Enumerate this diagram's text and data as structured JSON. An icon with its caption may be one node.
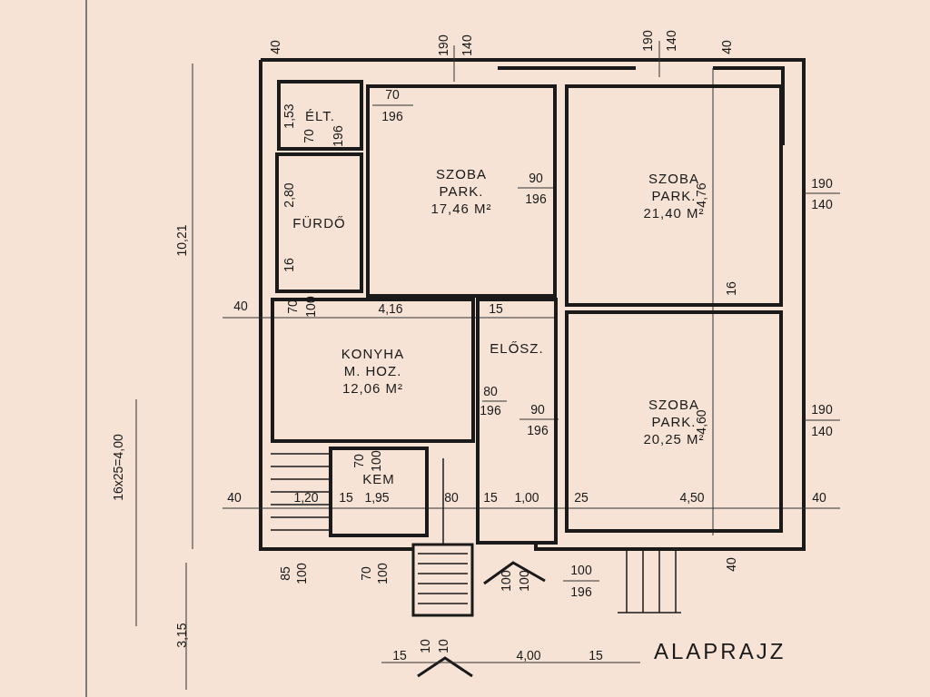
{
  "diagram": {
    "title": "ALAPRAJZ",
    "nodes": [
      {
        "text": [
          "ÉLT."
        ]
      },
      {
        "text": [
          "FÜRDŐ"
        ]
      },
      {
        "text": [
          "SZOBA",
          "PARK.",
          "17,46 M²"
        ]
      },
      {
        "text": [
          "SZOBA",
          "PARK.",
          "21,40 M²"
        ]
      },
      {
        "text": [
          "KONYHA",
          "M. HOZ.",
          "12,06 M²"
        ]
      },
      {
        "text": [
          "ELŐSZ."
        ]
      },
      {
        "text": [
          "SZOBA",
          "PARK.",
          "20,25 M²"
        ]
      },
      {
        "text": [
          "KEM"
        ]
      }
    ],
    "labels": [
      "40",
      "190",
      "140",
      "190",
      "140",
      "40",
      "10,21",
      "1,53",
      "70",
      "196",
      "70",
      "196",
      "2,80",
      "16",
      "90",
      "196",
      "4,76",
      "190",
      "140",
      "16",
      "40",
      "70",
      "100",
      "4,16",
      "15",
      "80",
      "196",
      "90",
      "196",
      "4,60",
      "190",
      "140",
      "70",
      "100",
      "40",
      "1,20",
      "15",
      "1,95",
      "80",
      "15",
      "1,00",
      "25",
      "4,50",
      "40",
      "85",
      "100",
      "70",
      "100",
      "100",
      "100",
      "100",
      "196",
      "40",
      "3,15",
      "16x25=4,00",
      "15",
      "10",
      "10",
      "4,00",
      "15"
    ]
  }
}
